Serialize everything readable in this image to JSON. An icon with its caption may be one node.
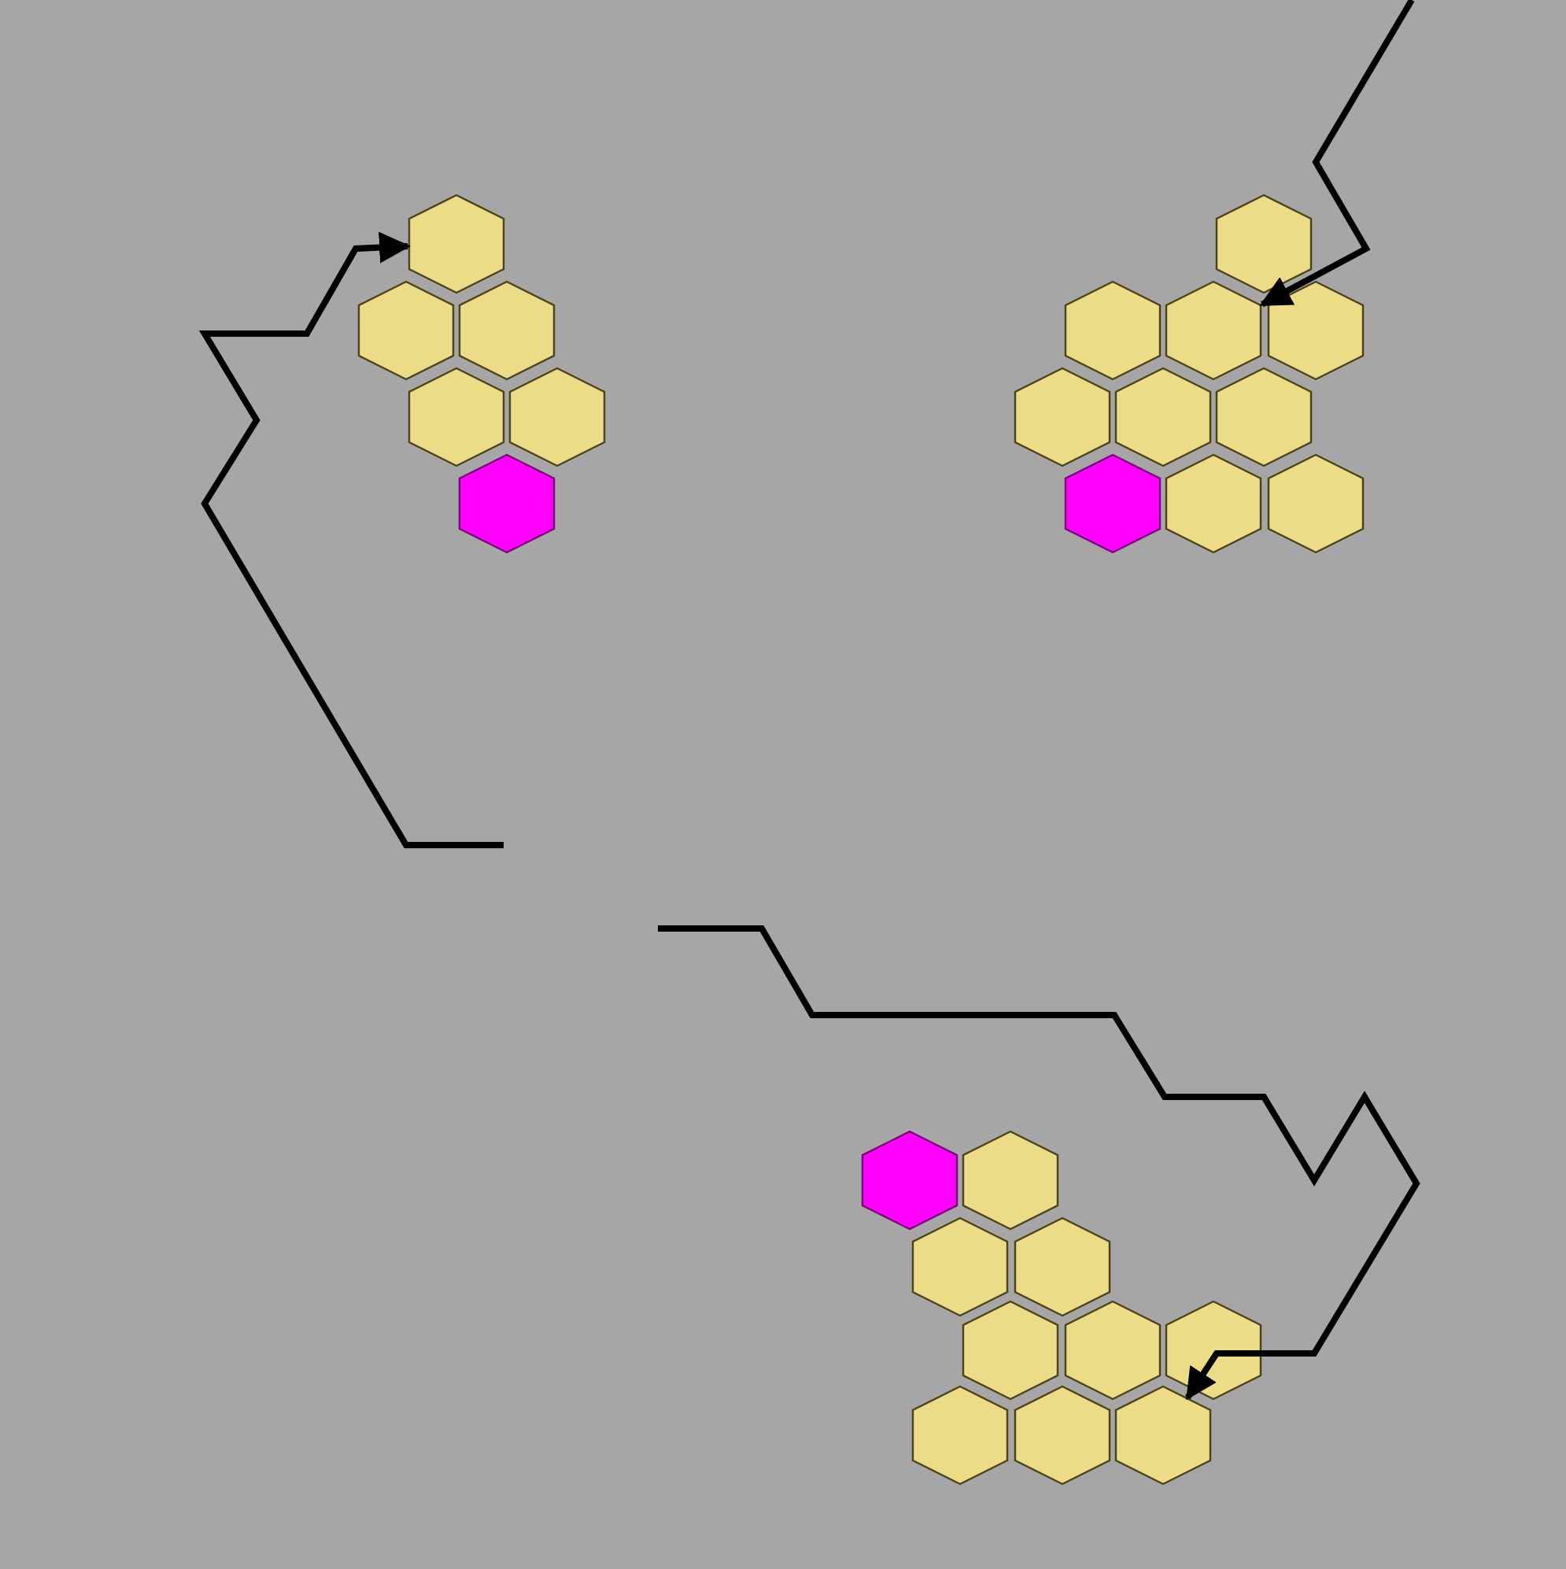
{
  "diagram": {
    "nodes": [
      {
        "text": [],
        "shape": "hexagon"
      },
      {
        "text": [],
        "shape": "hexagon"
      },
      {
        "text": [],
        "shape": "hexagon"
      },
      {
        "text": [],
        "shape": "hexagon"
      },
      {
        "text": [],
        "shape": "hexagon"
      },
      {
        "text": [],
        "shape": "hexagon"
      },
      {
        "text": [],
        "shape": "hexagon"
      },
      {
        "text": [],
        "shape": "hexagon"
      },
      {
        "text": [],
        "shape": "hexagon"
      },
      {
        "text": [],
        "shape": "hexagon"
      },
      {
        "text": [],
        "shape": "hexagon"
      },
      {
        "text": [],
        "shape": "hexagon"
      },
      {
        "text": [],
        "shape": "hexagon"
      },
      {
        "text": [],
        "shape": "hexagon"
      },
      {
        "text": [],
        "shape": "hexagon"
      },
      {
        "text": [],
        "shape": "hexagon"
      },
      {
        "text": [],
        "shape": "hexagon"
      },
      {
        "text": [],
        "shape": "hexagon"
      },
      {
        "text": [],
        "shape": "hexagon"
      },
      {
        "text": [],
        "shape": "hexagon"
      },
      {
        "text": [],
        "shape": "hexagon"
      },
      {
        "text": [],
        "shape": "hexagon"
      },
      {
        "text": [],
        "shape": "hexagon"
      },
      {
        "text": [],
        "shape": "hexagon"
      },
      {
        "text": [],
        "shape": "hexagon"
      },
      {
        "text": [],
        "shape": "hexagon"
      }
    ],
    "edges": [
      {
        "from": null,
        "to": 0,
        "arrow": "to"
      },
      {
        "from": null,
        "to": 8,
        "arrow": "to"
      },
      {
        "from": null,
        "to": 25,
        "arrow": "to"
      }
    ]
  }
}
